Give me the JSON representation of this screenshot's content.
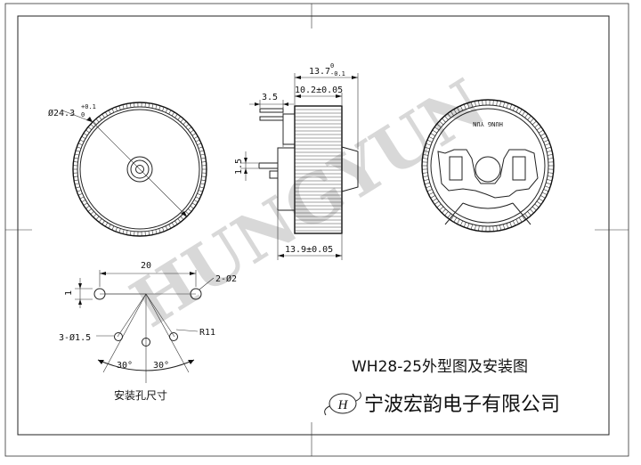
{
  "watermark": "HUNGYUN",
  "front_view": {
    "diameter_label": "Ø24.3",
    "diameter_tol_upper": "+0.1",
    "diameter_tol_lower": "0"
  },
  "side_view": {
    "overall_width_label": "13.7",
    "overall_width_tol_upper": "0",
    "overall_width_tol_lower": "-0.1",
    "body_width_label": "10.2±0.05",
    "pin_length_label": "3.5",
    "pin_offset_label": "1.5",
    "base_width_label": "13.9±0.05"
  },
  "back_view": {
    "marking_text": "HUNG YUN"
  },
  "mounting": {
    "spacing_label": "20",
    "edge_label": "1",
    "big_holes_label": "2-Ø2",
    "radius_label": "R11",
    "small_holes_label": "3-Ø1.5",
    "angle_left_label": "30°",
    "angle_right_label": "30°",
    "caption": "安装孔尺寸"
  },
  "title_block": {
    "title": "WH28-25外型图及安装图",
    "logo_letter": "H",
    "company": "宁波宏韵电子有限公司"
  }
}
